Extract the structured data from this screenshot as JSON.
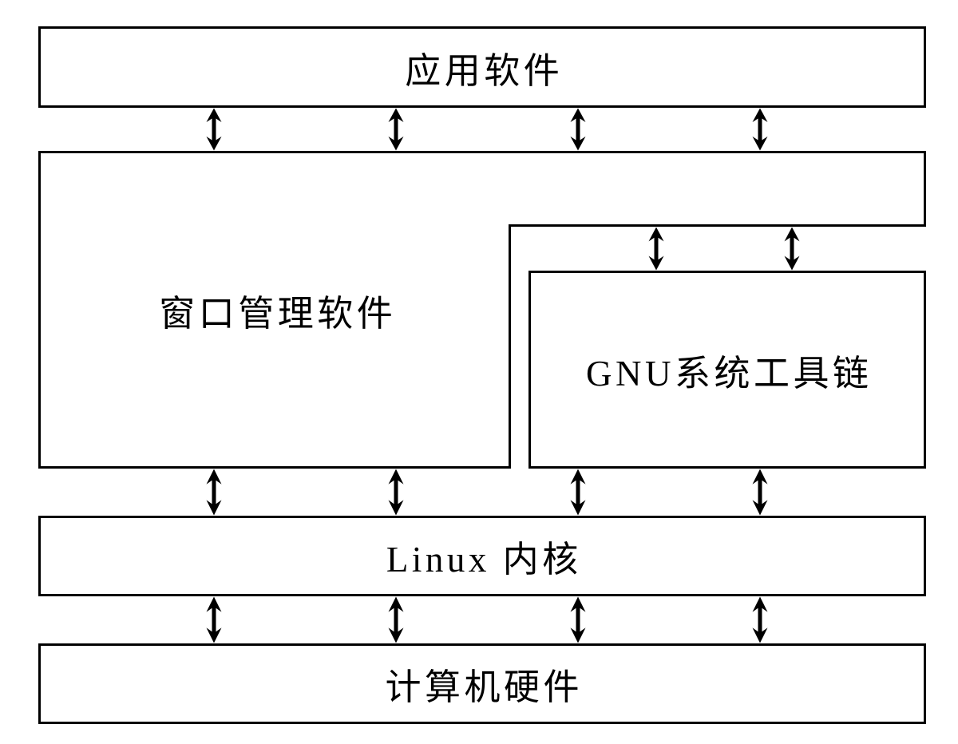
{
  "diagram": {
    "layers": {
      "application": {
        "label": "应用软件"
      },
      "window_manager": {
        "label": "窗口管理软件"
      },
      "gnu_toolchain": {
        "label": "GNU系统工具链"
      },
      "linux_kernel": {
        "label": "Linux 内核"
      },
      "computer_hardware": {
        "label": "计算机硬件"
      }
    },
    "icons": {
      "connector": "double-headed-vertical-arrow"
    },
    "colors": {
      "line": "#000000",
      "background": "#ffffff",
      "text": "#000000"
    }
  }
}
